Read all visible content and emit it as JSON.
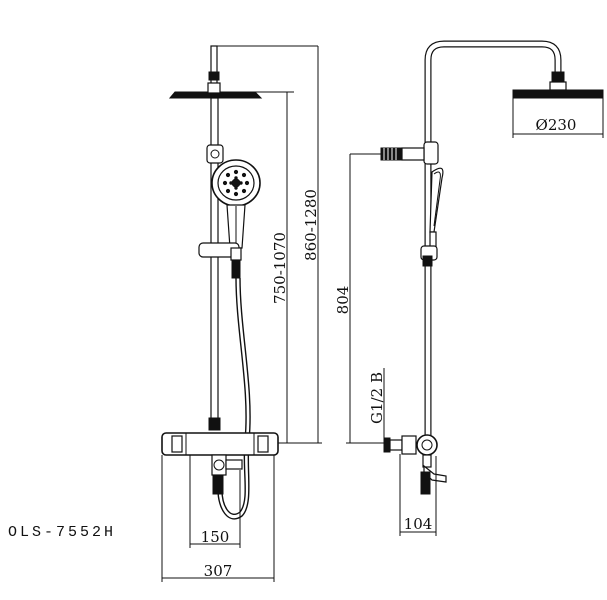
{
  "model_code": "OLS-7552H",
  "dimensions": {
    "height_adjust": "750-1070",
    "total_height": "860-1280",
    "riser_height": "804",
    "thread": "G1/2 B",
    "head_diameter": "Ø230",
    "outlet_spacing": "150",
    "total_width": "307",
    "projection": "104"
  }
}
